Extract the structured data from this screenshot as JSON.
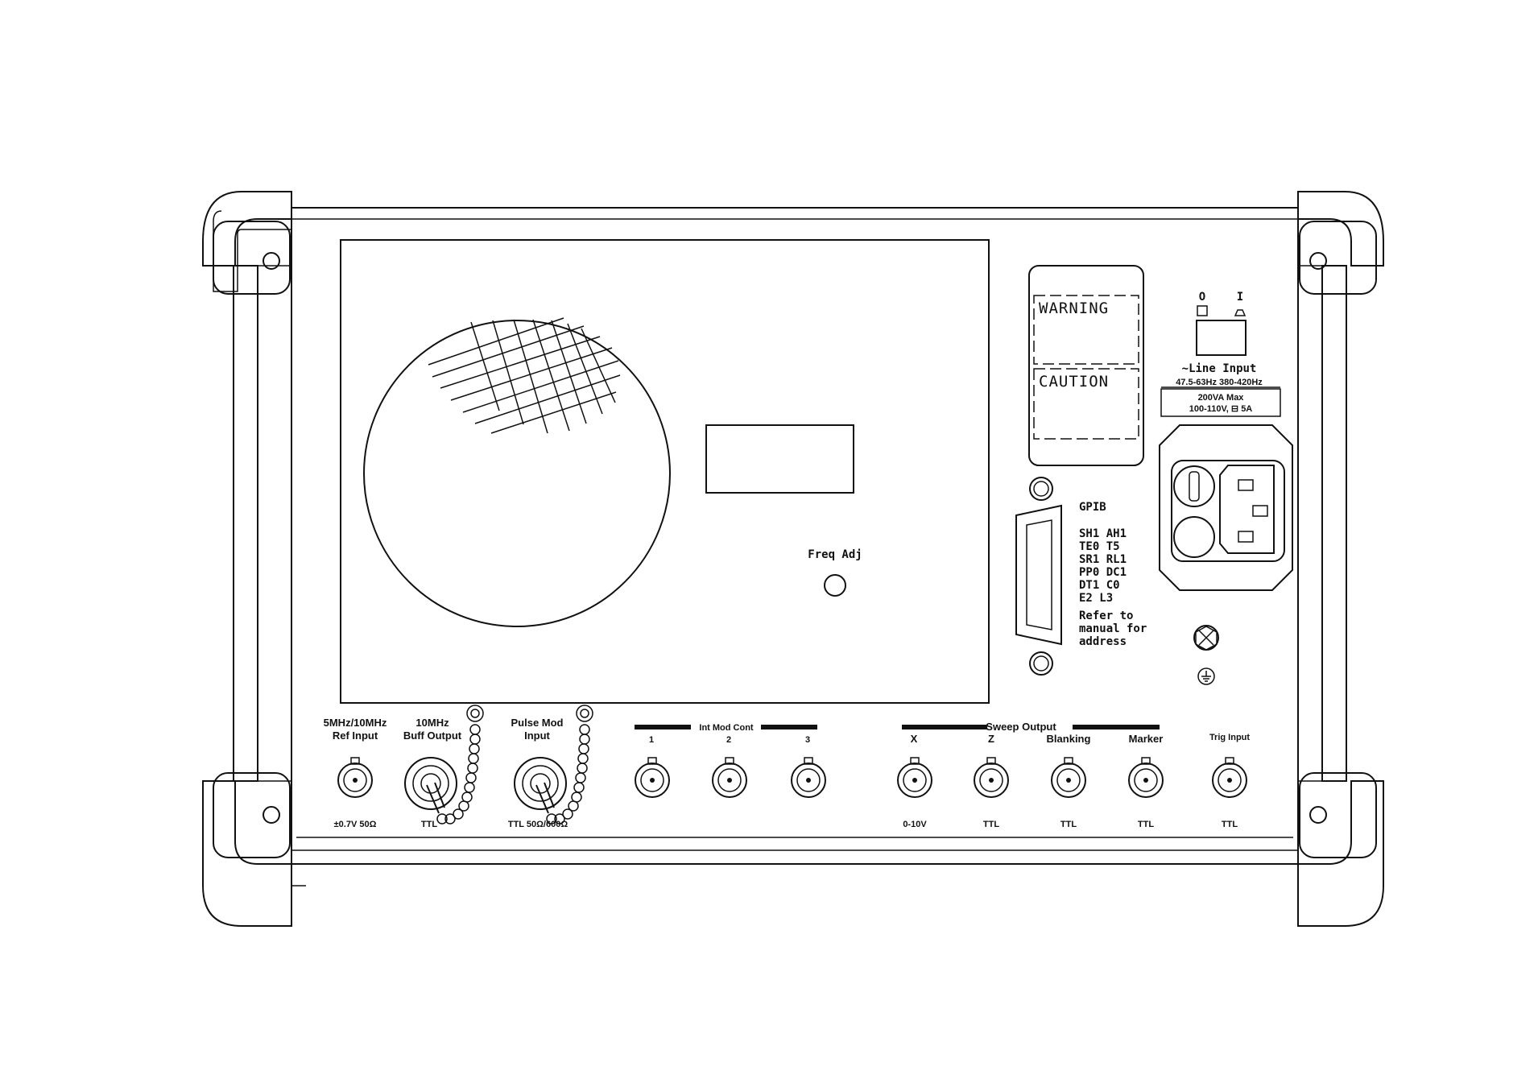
{
  "panel": {
    "freq_adj_label": "Freq Adj",
    "warning_label": "WARNING",
    "caution_label": "CAUTION",
    "gpib": {
      "title": "GPIB",
      "lines": [
        "SH1 AH1",
        "TE0 T5",
        "SR1 RL1",
        "PP0 DC1",
        "DT1 C0",
        "E2 L3",
        "Refer to",
        "manual for",
        "address"
      ]
    },
    "power": {
      "off_symbol": "O",
      "on_symbol": "I",
      "line_input": "∼Line Input",
      "freq_range": "47.5-63Hz 380-420Hz",
      "power_max": "200VA Max",
      "fuse_spec": "100-110V, ⊟ 5A"
    }
  },
  "connectors": {
    "ref_input": {
      "top1": "5MHz/10MHz",
      "top2": "Ref Input",
      "bottom": "±0.7V 50Ω"
    },
    "buff_output": {
      "top1": "10MHz",
      "top2": "Buff Output",
      "bottom": "TTL"
    },
    "pulse_mod": {
      "top1": "Pulse Mod",
      "top2": "Input",
      "bottom": "TTL 50Ω/600Ω"
    },
    "int_mod_cont": {
      "group": "Int Mod Cont",
      "c1": "1",
      "c2": "2",
      "c3": "3"
    },
    "sweep_output": {
      "group": "Sweep Output",
      "x": {
        "top": "X",
        "bottom": "0-10V"
      },
      "z": {
        "top": "Z",
        "bottom": "TTL"
      },
      "blanking": {
        "top": "Blanking",
        "bottom": "TTL"
      },
      "marker": {
        "top": "Marker",
        "bottom": "TTL"
      }
    },
    "trig_input": {
      "top": "Trig Input",
      "bottom": "TTL"
    }
  }
}
